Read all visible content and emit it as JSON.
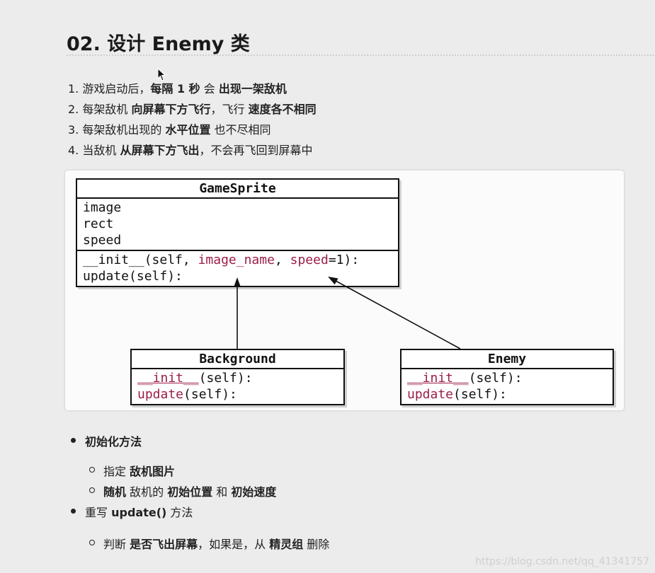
{
  "title": "02. 设计 Enemy 类",
  "requirements": [
    [
      {
        "t": "游戏启动后，",
        "b": false
      },
      {
        "t": "每隔 1 秒",
        "b": true
      },
      {
        "t": " 会 ",
        "b": false
      },
      {
        "t": "出现一架敌机",
        "b": true
      }
    ],
    [
      {
        "t": "每架敌机 ",
        "b": false
      },
      {
        "t": "向屏幕下方飞行",
        "b": true
      },
      {
        "t": "，飞行 ",
        "b": false
      },
      {
        "t": "速度各不相同",
        "b": true
      }
    ],
    [
      {
        "t": "每架敌机出现的 ",
        "b": false
      },
      {
        "t": "水平位置",
        "b": true
      },
      {
        "t": " 也不尽相同",
        "b": false
      }
    ],
    [
      {
        "t": "当敌机 ",
        "b": false
      },
      {
        "t": "从屏幕下方飞出",
        "b": true
      },
      {
        "t": "，不会再飞回到屏幕中",
        "b": false
      }
    ]
  ],
  "uml": {
    "gamesprite": {
      "name": "GameSprite",
      "attrs": [
        "image",
        "rect",
        "speed"
      ],
      "op1": {
        "p1": "__init__(self, ",
        "kw1": "image_name",
        "p2": ", ",
        "kw2": "speed",
        "p3": "=1):"
      },
      "op2": "update(self):"
    },
    "background": {
      "name": "Background",
      "op1": {
        "kw": "__init__",
        "rest": "(self):"
      },
      "op2": {
        "kw": "update",
        "rest": "(self):"
      }
    },
    "enemy": {
      "name": "Enemy",
      "op1": {
        "kw": "__init__",
        "rest": "(self):"
      },
      "op2": {
        "kw": "update",
        "rest": "(self):"
      }
    }
  },
  "bullets": {
    "init": {
      "label": "初始化方法"
    },
    "specify": {
      "p1": "指定 ",
      "b1": "敌机图片"
    },
    "random": {
      "b1": "随机",
      "p1": " 敌机的 ",
      "b2": "初始位置",
      "p2": " 和 ",
      "b3": "初始速度"
    },
    "override": {
      "p1": "重写 ",
      "b1": "update()",
      "p2": " 方法"
    },
    "judge": {
      "p1": "判断 ",
      "b1": "是否飞出屏幕",
      "p2": "，如果是，从 ",
      "b2": "精灵组",
      "p3": " 删除"
    }
  },
  "watermark": "https://blog.csdn.net/qq_41341757"
}
